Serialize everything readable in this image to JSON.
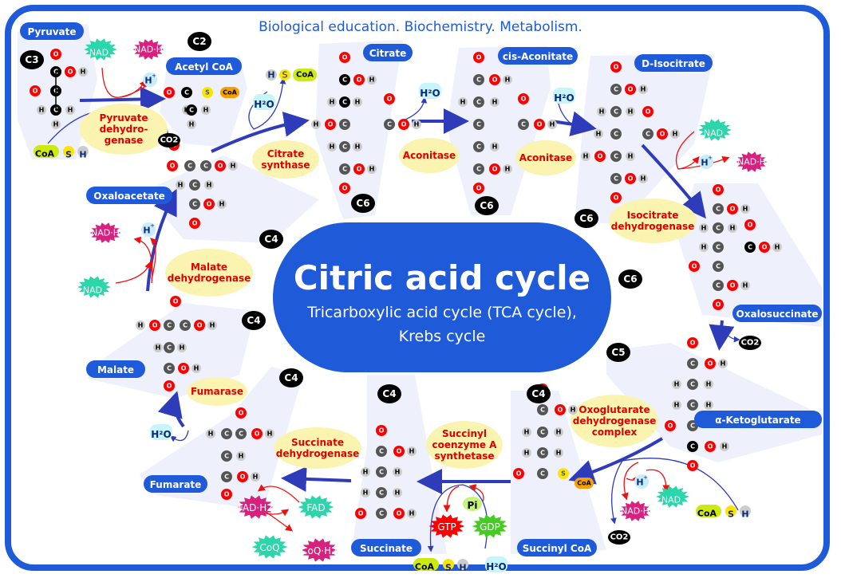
{
  "header": {
    "title": "Biological education. Biochemistry. Metabolism."
  },
  "center": {
    "title": "Citric acid cycle",
    "subtitle_line1": "Tricarboxylic acid cycle (TCA cycle),",
    "subtitle_line2": "Krebs cycle"
  },
  "colors": {
    "frame": "#1f5ad8",
    "label_bg": "#1f5ad8",
    "enzyme_bg": "#fbf3b0",
    "enzyme_text": "#e00000",
    "panel": "#eef0fb",
    "oxygen": "#ff0000",
    "carbon_dark": "#000000",
    "carbon": "#555555",
    "hydrogen": "#cccccc",
    "nad_plus": "#2bd6aa",
    "nadh": "#d8207f",
    "gtp": "#ff0000",
    "gdp": "#44cc22",
    "water_bg": "#c8f4fb",
    "coa_bg": "#cdea10",
    "sulfur": "#ffe400",
    "arrow": "#2e3cba",
    "red_arrow": "#ee1111"
  },
  "compounds": [
    {
      "name": "Pyruvate",
      "carbons": "C3"
    },
    {
      "name": "Acetyl CoA",
      "carbons": "C2"
    },
    {
      "name": "Citrate",
      "carbons": "C6"
    },
    {
      "name": "cis-Aconitate",
      "carbons": "C6"
    },
    {
      "name": "D-Isocitrate",
      "carbons": "C6"
    },
    {
      "name": "Oxalosuccinate",
      "carbons": "C6"
    },
    {
      "name": "α-Ketoglutarate",
      "carbons": "C5"
    },
    {
      "name": "Succinyl CoA",
      "carbons": "C4"
    },
    {
      "name": "Succinate",
      "carbons": "C4"
    },
    {
      "name": "Fumarate",
      "carbons": "C4"
    },
    {
      "name": "Malate",
      "carbons": "C4"
    },
    {
      "name": "Oxaloacetate",
      "carbons": "C4"
    }
  ],
  "enzymes": [
    {
      "line1": "Pyruvate",
      "line2": "dehydro-",
      "line3": "genase"
    },
    {
      "line1": "Citrate",
      "line2": "synthase"
    },
    {
      "line1": "Aconitase"
    },
    {
      "line1": "Aconitase"
    },
    {
      "line1": "Isocitrate",
      "line2": "dehydrogenase"
    },
    {
      "line1": "Oxoglutarate",
      "line2": "dehydrogenase",
      "line3": "complex"
    },
    {
      "line1": "Succinyl",
      "line2": "coenzyme A",
      "line3": "synthetase"
    },
    {
      "line1": "Succinate",
      "line2": "dehydrogenase"
    },
    {
      "line1": "Fumarase"
    },
    {
      "line1": "Malate",
      "line2": "dehydrogenase"
    }
  ],
  "cofactors": {
    "nad_plus": "NAD",
    "nad_plus_sup": "+",
    "nadh": "NAD·H",
    "h_plus": "H",
    "h_plus_sup": "+",
    "co2": "CO2",
    "water": "H²O",
    "coa": "CoA",
    "s": "S",
    "h": "H",
    "hs_coa": [
      "H",
      "S",
      "CoA"
    ],
    "fad": "FAD",
    "fadh2": "FAD·H2",
    "coq": "CoQ",
    "coqh2": "CoQ·H2",
    "gtp": "GTP",
    "gdp": "GDP",
    "pi": "Pi"
  },
  "atoms": {
    "C": "C",
    "O": "O",
    "H": "H",
    "S": "S",
    "CoA": "CoA"
  }
}
